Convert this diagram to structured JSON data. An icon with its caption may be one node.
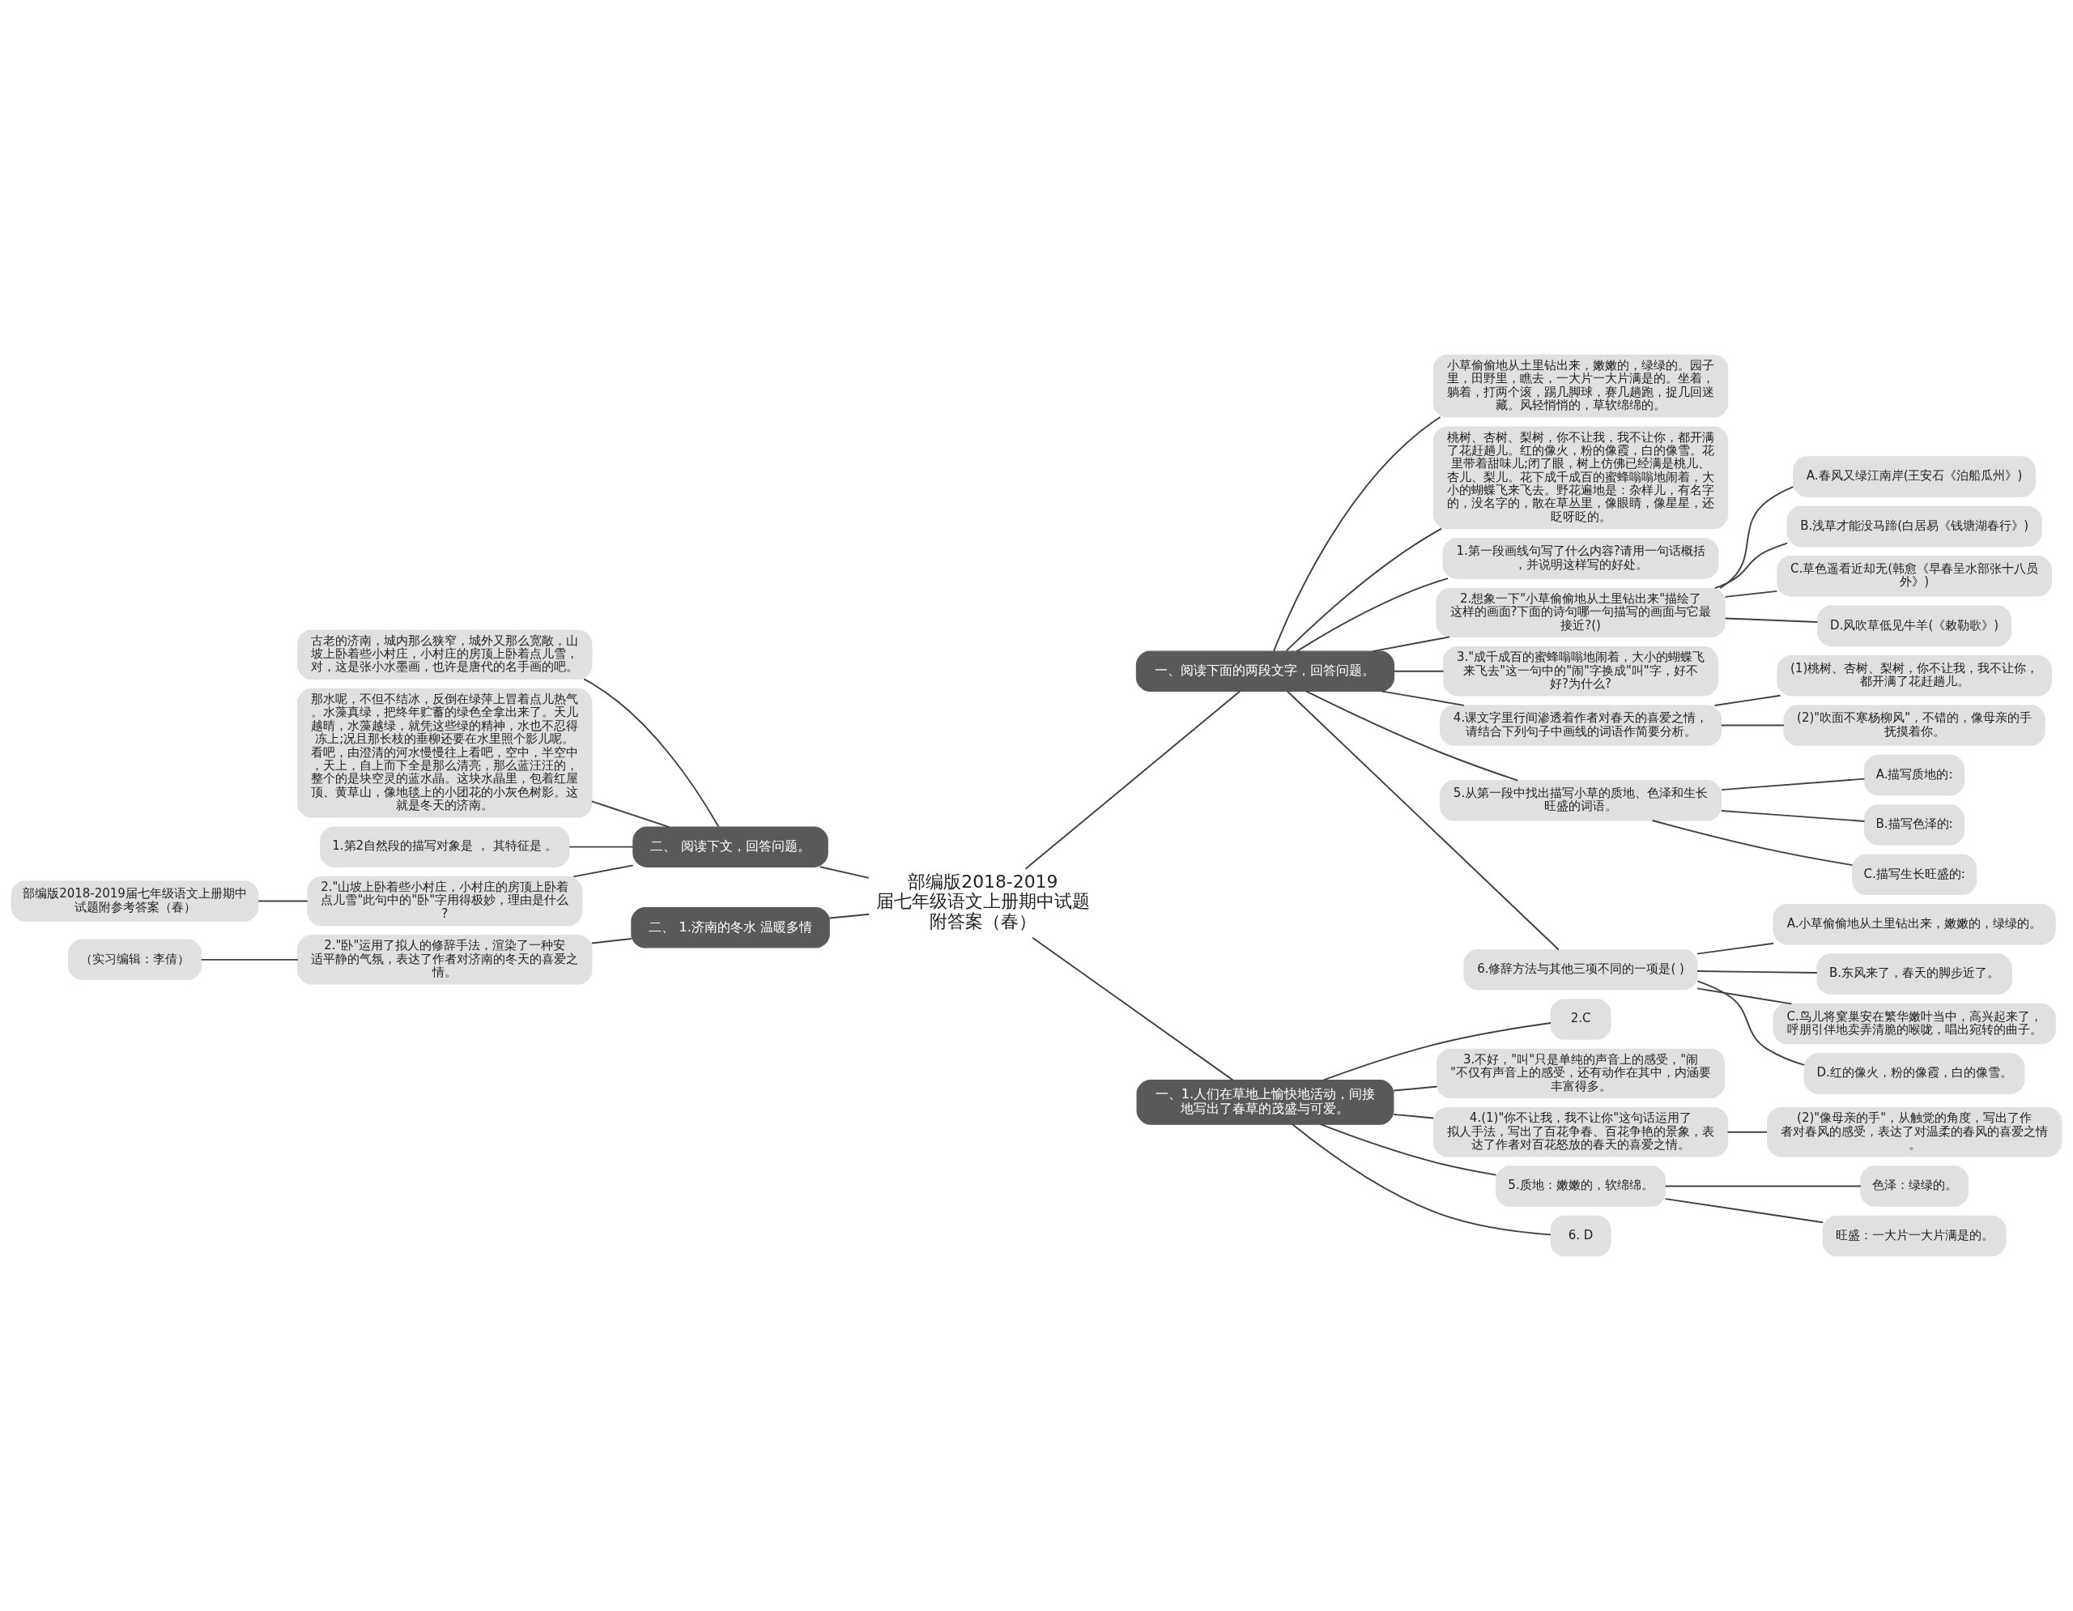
{
  "diagram": {
    "nodes": [
      {
        "text": [
          "部编版2018-2019届七年级语文上册期中试题附答案（春）"
        ]
      },
      {
        "text": [
          "一、阅读下面的两段文字，回答问题。"
        ]
      },
      {
        "text": [
          "小草偷偷地从土里钻出来，嫩嫩的，绿绿的。园子里，田野里，瞧去，一大片一大片满是的。坐着，躺着，打两个滚，踢几脚球，赛几趟跑，捉几回迷藏。风轻悄悄的，草软绵绵的。"
        ]
      },
      {
        "text": [
          "桃树、杏树、梨树，你不让我，我不让你，都开满了花赶趟儿。红的像火，粉的像霞，白的像雪。花里带着甜味儿;闭了眼，树上仿佛已经满是桃儿、杏儿、梨儿。花下成千成百的蜜蜂嗡嗡地闹着，大小的蝴蝶飞来飞去。野花遍地是：杂样儿，有名字的，没名字的，散在草丛里，像眼睛，像星星，还眨呀眨的。"
        ]
      },
      {
        "text": [
          "1.第一段画线句写了什么内容?请用一句话概括，并说明这样写的好处。"
        ]
      },
      {
        "text": [
          "2.想象一下\"小草偷偷地从土里钻出来\"描绘了这样的画面?下面的诗句哪一句描写的画面与它最接近?()"
        ]
      },
      {
        "text": [
          "A.春风又绿江南岸(王安石《泊船瓜州》)"
        ]
      },
      {
        "text": [
          "B.浅草才能没马蹄(白居易《钱塘湖春行》)"
        ]
      },
      {
        "text": [
          "C.草色遥看近却无(韩愈《早春呈水部张十八员外》)"
        ]
      },
      {
        "text": [
          "D.风吹草低见牛羊(《敕勒歌》)"
        ]
      },
      {
        "text": [
          "3.\"成千成百的蜜蜂嗡嗡地闹着，大小的蝴蝶飞来飞去\"这一句中的\"闹\"字换成\"叫\"字，好不好?为什么?"
        ]
      },
      {
        "text": [
          "4.课文字里行间渗透着作者对春天的喜爱之情，请结合下列句子中画线的词语作简要分析。"
        ]
      },
      {
        "text": [
          "(1)桃树、杏树、梨树，你不让我，我不让你，都开满了花赶趟儿。"
        ]
      },
      {
        "text": [
          "(2)\"吹面不寒杨柳风\"，不错的，像母亲的手抚摸着你。"
        ]
      },
      {
        "text": [
          "5.从第一段中找出描写小草的质地、色泽和生长旺盛的词语。"
        ]
      },
      {
        "text": [
          "A.描写质地的:"
        ]
      },
      {
        "text": [
          "B.描写色泽的:"
        ]
      },
      {
        "text": [
          "C.描写生长旺盛的:"
        ]
      },
      {
        "text": [
          "6.修辞方法与其他三项不同的一项是( )"
        ]
      },
      {
        "text": [
          "A.小草偷偷地从土里钻出来，嫩嫩的，绿绿的。"
        ]
      },
      {
        "text": [
          "B.东风来了，春天的脚步近了。"
        ]
      },
      {
        "text": [
          "C.鸟儿将窠巢安在繁华嫩叶当中，高兴起来了，呼朋引伴地卖弄清脆的喉咙，唱出宛转的曲子。"
        ]
      },
      {
        "text": [
          "D.红的像火，粉的像霞，白的像雪。"
        ]
      },
      {
        "text": [
          "一、1.人们在草地上愉快地活动，间接地写出了春草的茂盛与可爱。"
        ]
      },
      {
        "text": [
          "2.C"
        ]
      },
      {
        "text": [
          "3.不好，\"叫\"只是单纯的声音上的感受，\"闹\"不仅有声音上的感受，还有动作在其中，内涵要丰富得多。"
        ]
      },
      {
        "text": [
          "4.(1)\"你不让我，我不让你\"这句话运用了拟人手法，写出了百花争春、百花争艳的景象，表达了作者对百花怒放的春天的喜爱之情。"
        ]
      },
      {
        "text": [
          "(2)\"像母亲的手\"，从触觉的角度，写出了作者对春风的感受，表达了对温柔的春风的喜爱之情。"
        ]
      },
      {
        "text": [
          "5.质地：嫩嫩的，软绵绵。"
        ]
      },
      {
        "text": [
          "色泽：绿绿的。"
        ]
      },
      {
        "text": [
          "旺盛：一大片一大片满是的。"
        ]
      },
      {
        "text": [
          "6. D"
        ]
      },
      {
        "text": [
          "二、 阅读下文，回答问题。"
        ]
      },
      {
        "text": [
          "古老的济南，城内那么狭窄，城外又那么宽敞，山坡上卧着些小村庄，小村庄的房顶上卧着点儿雪，对，这是张小水墨画，也许是唐代的名手画的吧。"
        ]
      },
      {
        "text": [
          "那水呢，不但不结冰，反倒在绿萍上冒着点儿热气。水藻真绿，把终年贮蓄的绿色全拿出来了。天儿越晴，水藻越绿，就凭这些绿的精神，水也不忍得冻上;况且那长枝的垂柳还要在水里照个影儿呢。看吧，由澄清的河水慢慢往上看吧，空中，半空中，天上，自上而下全是那么清亮，那么蓝汪汪的，整个的是块空灵的蓝水晶。这块水晶里，包着红屋顶、黄草山，像地毯上的小团花的小灰色树影。这就是冬天的济南。"
        ]
      },
      {
        "text": [
          "1.第2自然段的描写对象是 ， 其特征是 。"
        ]
      },
      {
        "text": [
          "2.\"山坡上卧着些小村庄，小村庄的房顶上卧着点儿雪\"此句中的\"卧\"字用得极妙，理由是什么?"
        ]
      },
      {
        "text": [
          "部编版2018-2019届七年级语文上册期中试题附参考答案（春）"
        ]
      },
      {
        "text": [
          "二、 1.济南的冬水 温暖多情"
        ]
      },
      {
        "text": [
          "2.\"卧\"运用了拟人的修辞手法，渲染了一种安适平静的气氛，表达了作者对济南的冬天的喜爱之情。"
        ]
      },
      {
        "text": [
          "（实习编辑：李倩）"
        ]
      }
    ],
    "edges": [
      {
        "from": 0,
        "to": 1,
        "arrow": "none"
      },
      {
        "from": 1,
        "to": 2,
        "arrow": "none"
      },
      {
        "from": 1,
        "to": 3,
        "arrow": "none"
      },
      {
        "from": 1,
        "to": 4,
        "arrow": "none"
      },
      {
        "from": 1,
        "to": 5,
        "arrow": "none"
      },
      {
        "from": 5,
        "to": 6,
        "arrow": "none"
      },
      {
        "from": 5,
        "to": 7,
        "arrow": "none"
      },
      {
        "from": 5,
        "to": 8,
        "arrow": "none"
      },
      {
        "from": 5,
        "to": 9,
        "arrow": "none"
      },
      {
        "from": 1,
        "to": 10,
        "arrow": "none"
      },
      {
        "from": 1,
        "to": 11,
        "arrow": "none"
      },
      {
        "from": 11,
        "to": 12,
        "arrow": "none"
      },
      {
        "from": 11,
        "to": 13,
        "arrow": "none"
      },
      {
        "from": 1,
        "to": 14,
        "arrow": "none"
      },
      {
        "from": 14,
        "to": 15,
        "arrow": "none"
      },
      {
        "from": 14,
        "to": 16,
        "arrow": "none"
      },
      {
        "from": 14,
        "to": 17,
        "arrow": "none"
      },
      {
        "from": 1,
        "to": 18,
        "arrow": "none"
      },
      {
        "from": 18,
        "to": 19,
        "arrow": "none"
      },
      {
        "from": 18,
        "to": 20,
        "arrow": "none"
      },
      {
        "from": 18,
        "to": 21,
        "arrow": "none"
      },
      {
        "from": 18,
        "to": 22,
        "arrow": "none"
      },
      {
        "from": 0,
        "to": 23,
        "arrow": "none"
      },
      {
        "from": 23,
        "to": 24,
        "arrow": "none"
      },
      {
        "from": 23,
        "to": 25,
        "arrow": "none"
      },
      {
        "from": 23,
        "to": 26,
        "arrow": "none"
      },
      {
        "from": 26,
        "to": 27,
        "arrow": "none"
      },
      {
        "from": 23,
        "to": 28,
        "arrow": "none"
      },
      {
        "from": 28,
        "to": 29,
        "arrow": "none"
      },
      {
        "from": 28,
        "to": 30,
        "arrow": "none"
      },
      {
        "from": 23,
        "to": 31,
        "arrow": "none"
      },
      {
        "from": 0,
        "to": 32,
        "arrow": "none"
      },
      {
        "from": 32,
        "to": 33,
        "arrow": "none"
      },
      {
        "from": 32,
        "to": 34,
        "arrow": "none"
      },
      {
        "from": 32,
        "to": 35,
        "arrow": "none"
      },
      {
        "from": 32,
        "to": 36,
        "arrow": "none"
      },
      {
        "from": 36,
        "to": 37,
        "arrow": "none"
      },
      {
        "from": 0,
        "to": 38,
        "arrow": "none"
      },
      {
        "from": 38,
        "to": 39,
        "arrow": "none"
      },
      {
        "from": 39,
        "to": 40,
        "arrow": "none"
      }
    ]
  }
}
